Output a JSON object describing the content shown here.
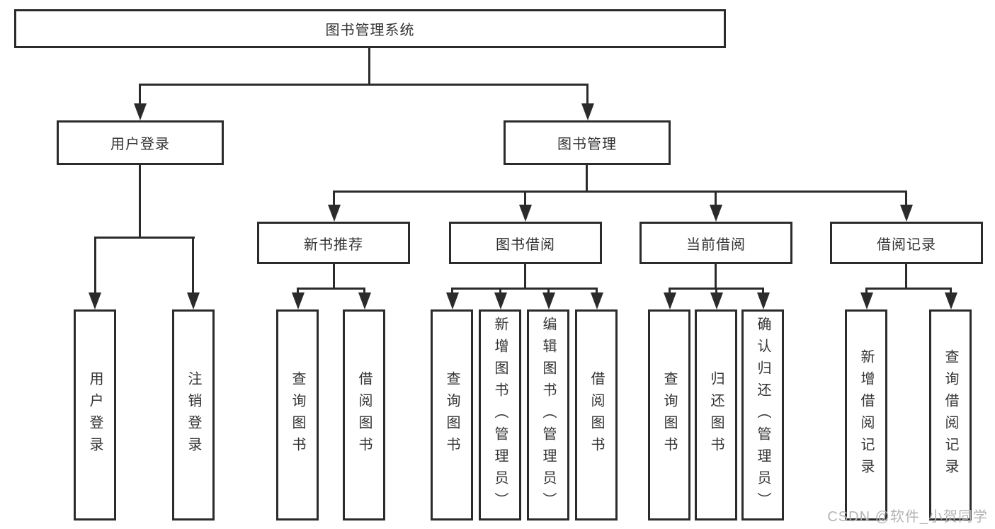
{
  "tree": {
    "root": {
      "label": "图书管理系统"
    },
    "level2": [
      {
        "label": "用户登录"
      },
      {
        "label": "图书管理"
      }
    ],
    "level3": [
      {
        "label": "新书推荐",
        "parent": "图书管理"
      },
      {
        "label": "图书借阅",
        "parent": "图书管理"
      },
      {
        "label": "当前借阅",
        "parent": "图书管理"
      },
      {
        "label": "借阅记录",
        "parent": "图书管理"
      }
    ],
    "leaves": [
      {
        "label": "用户登录",
        "parent": "用户登录"
      },
      {
        "label": "注销登录",
        "parent": "用户登录"
      },
      {
        "label": "查询图书",
        "parent": "新书推荐"
      },
      {
        "label": "借阅图书",
        "parent": "新书推荐"
      },
      {
        "label": "查询图书",
        "parent": "图书借阅"
      },
      {
        "label": "新增图书（管理员）",
        "parent": "图书借阅"
      },
      {
        "label": "编辑图书（管理员）",
        "parent": "图书借阅"
      },
      {
        "label": "借阅图书",
        "parent": "图书借阅"
      },
      {
        "label": "查询图书",
        "parent": "当前借阅"
      },
      {
        "label": "归还图书",
        "parent": "当前借阅"
      },
      {
        "label": "确认归还（管理员）",
        "parent": "当前借阅"
      },
      {
        "label": "新增借阅记录",
        "parent": "借阅记录"
      },
      {
        "label": "查询借阅记录",
        "parent": "借阅记录"
      }
    ]
  },
  "watermark": {
    "text": "CSDN @软件_小贺同学"
  },
  "colors": {
    "line": "#2b2b2b",
    "box_border": "#2b2b2b",
    "label_text": "#333333",
    "background": "#ffffff",
    "watermark_text": "#b4b4b4"
  }
}
